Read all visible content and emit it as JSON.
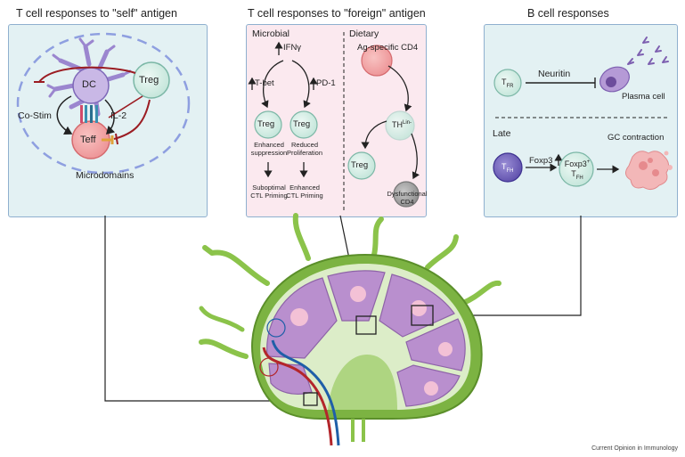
{
  "titles": {
    "self": "T cell responses to \"self\" antigen",
    "foreign": "T cell responses to \"foreign\" antigen",
    "bcell": "B cell responses"
  },
  "self_panel": {
    "dc": "DC",
    "treg": "Treg",
    "teff": "Teff",
    "costim": "Co-Stim",
    "il2": "IL-2",
    "microdomains": "Microdomains"
  },
  "foreign_panel": {
    "microbial": "Microbial",
    "ifng": "IFNγ",
    "tbet": "T-bet",
    "pd1": "PD-1",
    "treg_left": "Treg",
    "treg_right": "Treg",
    "enhanced_suppression": [
      "Enhanced",
      "suppression"
    ],
    "reduced_proliferation": [
      "Reduced",
      "Proliferation"
    ],
    "suboptimal_ctl": [
      "Suboptimal",
      "CTL Priming"
    ],
    "enhanced_ctl": [
      "Enhanced",
      "CTL Priming"
    ],
    "dietary": "Dietary",
    "ag_specific": "Ag-specific CD4",
    "th_lin": "TH",
    "th_lin_sup": "Lin-",
    "treg_dietary": "Treg",
    "dysfunctional": [
      "Dysfunctional",
      "CD4"
    ]
  },
  "bcell_panel": {
    "tfr": "T",
    "tfr_sub": "FR",
    "neuritin": "Neuritin",
    "plasma_cell": "Plasma cell",
    "late": "Late",
    "gc_contraction": "GC contraction",
    "tfh": "T",
    "tfh_sub": "FH",
    "foxp3": "Foxp3",
    "foxp3_tfh": "Foxp3",
    "foxp3_tfh_sup": "+",
    "foxp3_tfh_t": "T",
    "foxp3_tfh_sub": "FH"
  },
  "credit": "Current Opinion in Immunology",
  "colors": {
    "panel_blue": "#e3f1f3",
    "panel_pink": "#fbe9ef",
    "treg_fill": "#d8efe8",
    "teff_fill": "#f4a7a8",
    "dc_fill": "#c9b8e6",
    "node_outer": "#8bc34a",
    "node_inner": "#c7a6d6",
    "artery": "#b3262b",
    "vein": "#1f5fa8"
  }
}
